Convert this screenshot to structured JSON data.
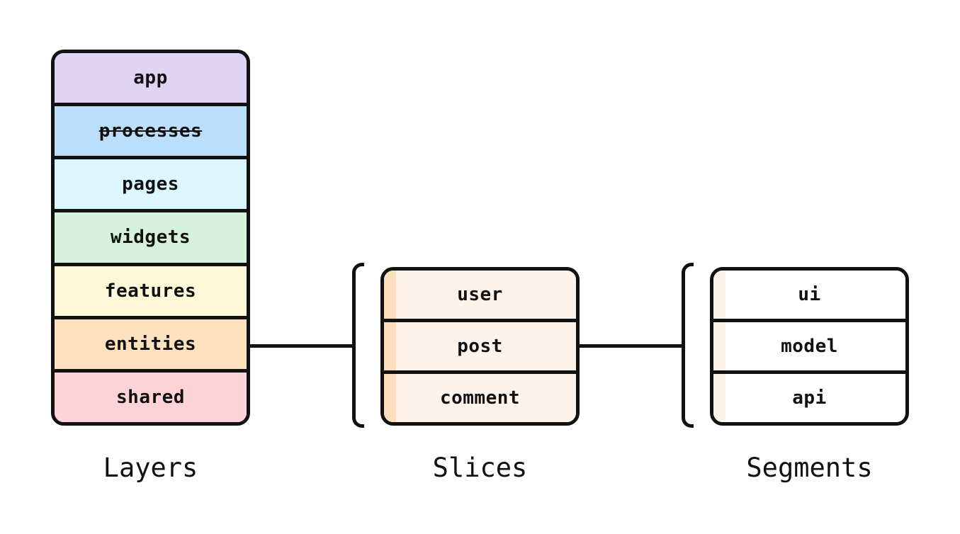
{
  "colors": {
    "ink": "#111111",
    "background": "#FFFFFF"
  },
  "columns": {
    "layers": {
      "label": "Layers",
      "items": [
        {
          "label": "app",
          "color": "#DFD4F4",
          "strikethrough": false
        },
        {
          "label": "processes",
          "color": "#BBDEFA",
          "strikethrough": true
        },
        {
          "label": "pages",
          "color": "#DCF7FD",
          "strikethrough": false
        },
        {
          "label": "widgets",
          "color": "#D6F2DD",
          "strikethrough": false
        },
        {
          "label": "features",
          "color": "#FDF9D8",
          "strikethrough": false
        },
        {
          "label": "entities",
          "color": "#FCE1BF",
          "strikethrough": false
        },
        {
          "label": "shared",
          "color": "#FED3D8",
          "strikethrough": false
        }
      ]
    },
    "slices": {
      "label": "Slices",
      "row_color": "#FDF3EA",
      "stripe_color": "#FBDFBC",
      "items": [
        {
          "label": "user"
        },
        {
          "label": "post"
        },
        {
          "label": "comment"
        }
      ]
    },
    "segments": {
      "label": "Segments",
      "row_color": "#FFFFFF",
      "stripe_color": "#FDF3E9",
      "items": [
        {
          "label": "ui"
        },
        {
          "label": "model"
        },
        {
          "label": "api"
        }
      ]
    }
  }
}
